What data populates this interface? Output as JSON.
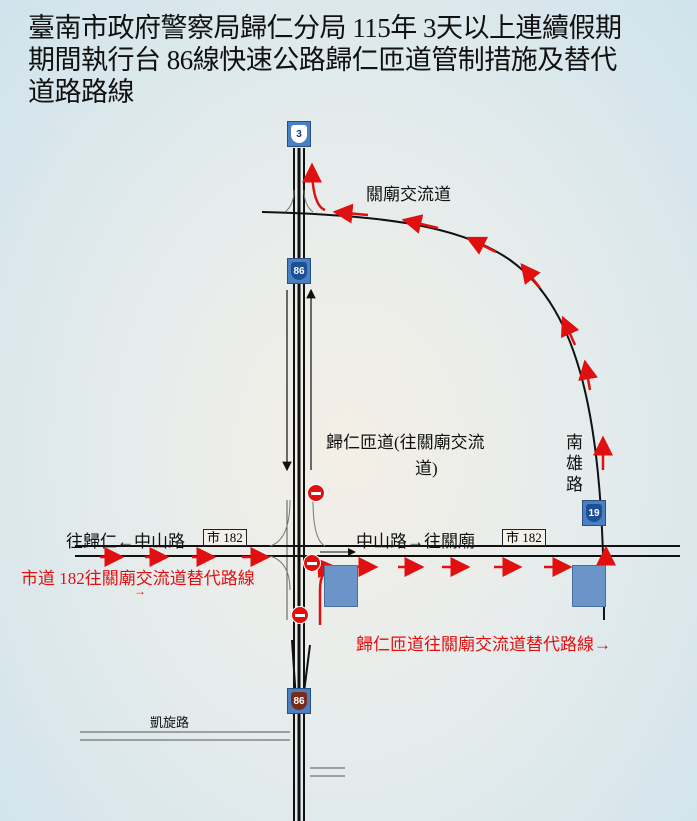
{
  "title": {
    "line1": "臺南市政府警察局歸仁分局 115年 3天以上連續假期",
    "line2": "期間執行台 86線快速公路歸仁匝道管制措施及替代",
    "line3": "道路路線"
  },
  "labels": {
    "guanmiao_interchange": "關廟交流道",
    "guiren_ramp_line1": "歸仁匝道(往關廟交流",
    "guiren_ramp_line2": "道)",
    "nanxiong_road": "南雄路",
    "zhongshan_west": "往歸仁←中山路",
    "zhongshan_east": "中山路→往關廟",
    "city_road_west": "市 182",
    "city_road_east": "市 182",
    "kaixuan_road": "凱旋路"
  },
  "routes": {
    "city_road_alt": "市道 182往關廟交流道替代路線",
    "city_road_alt_arrow": "→",
    "ramp_alt": "歸仁匝道往關廟交流道替代路線→"
  },
  "shields": {
    "provincial_3": "3",
    "expressway_86_north": "86",
    "expressway_86_south": "86",
    "provincial_19": "19"
  },
  "colors": {
    "route_red": "#e01010",
    "shield_blue": "#4a7fc0"
  }
}
